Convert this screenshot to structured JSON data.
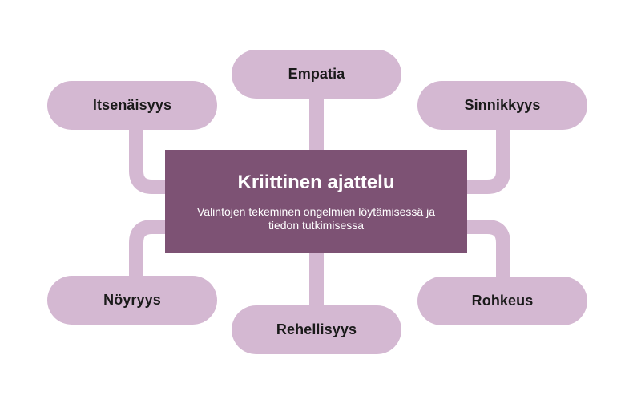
{
  "colors": {
    "center_fill": "#7d5274",
    "node_fill": "#d4b8d2",
    "connector": "#d4b8d2",
    "center_text": "#ffffff",
    "node_text": "#1a1a1a"
  },
  "center": {
    "title": "Kriittinen ajattelu",
    "description": "Valintojen tekeminen ongelmien löytämisessä ja tiedon tutkimisessa"
  },
  "nodes": {
    "top_left": "Itsenäisyys",
    "top_center": "Empatia",
    "top_right": "Sinnikkyys",
    "bottom_left": "Nöyryys",
    "bottom_center": "Rehellisyys",
    "bottom_right": "Rohkeus"
  }
}
